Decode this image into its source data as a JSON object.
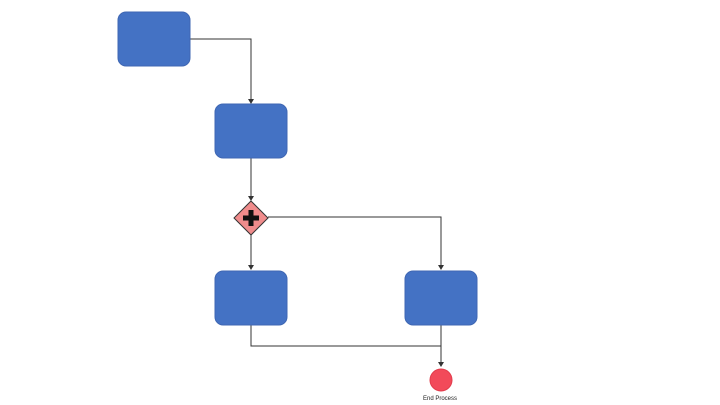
{
  "diagram": {
    "type": "bpmn-process-flow",
    "colors": {
      "task_fill": "#4472c4",
      "gateway_fill": "#f08c8c",
      "end_event_fill": "#f24a5a",
      "connector": "#333333"
    },
    "nodes": [
      {
        "id": "task-1",
        "kind": "task",
        "label": ""
      },
      {
        "id": "task-2",
        "kind": "task",
        "label": ""
      },
      {
        "id": "gateway-1",
        "kind": "parallel-gateway",
        "icon": "plus-icon"
      },
      {
        "id": "task-3",
        "kind": "task",
        "label": ""
      },
      {
        "id": "task-4",
        "kind": "task",
        "label": ""
      },
      {
        "id": "end-event",
        "kind": "end-event",
        "label": "End Process"
      }
    ],
    "edges": [
      {
        "from": "task-1",
        "to": "task-2"
      },
      {
        "from": "task-2",
        "to": "gateway-1"
      },
      {
        "from": "gateway-1",
        "to": "task-3"
      },
      {
        "from": "gateway-1",
        "to": "task-4"
      },
      {
        "from": "task-3",
        "to": "end-event"
      },
      {
        "from": "task-4",
        "to": "end-event"
      }
    ]
  }
}
